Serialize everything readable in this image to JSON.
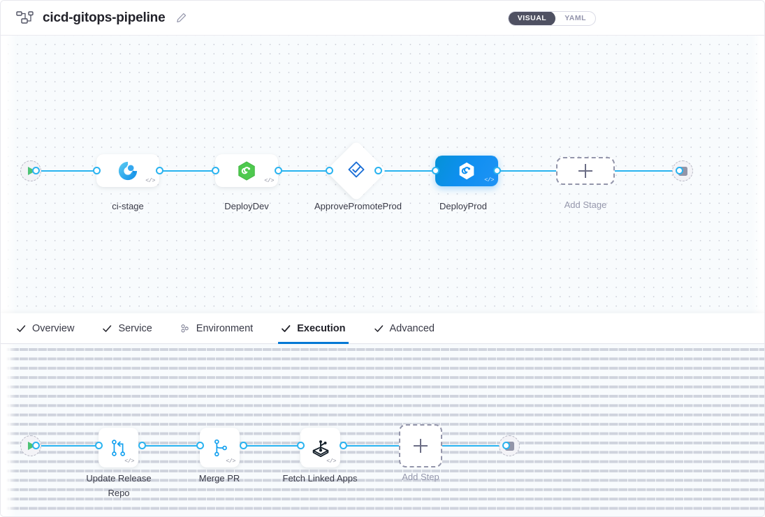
{
  "header": {
    "title": "cicd-gitops-pipeline",
    "pipeline_icon": "pipeline-graph-icon",
    "edit_icon": "pencil-edit-icon",
    "view_toggle": {
      "options": [
        "VISUAL",
        "YAML"
      ],
      "selected": "VISUAL"
    }
  },
  "stage_canvas": {
    "start_node": {
      "icon": "play-icon",
      "label": ""
    },
    "end_node": {
      "icon": "stop-icon",
      "label": ""
    },
    "stages": [
      {
        "name": "ci-stage",
        "type": "ci",
        "icon": "ci-build-icon",
        "selected": false,
        "shape": "rect",
        "code_badge": "</>"
      },
      {
        "name": "DeployDev",
        "type": "deployment",
        "icon": "argo-hexagon-icon",
        "selected": false,
        "shape": "rect",
        "code_badge": "</>"
      },
      {
        "name": "ApprovePromoteProd",
        "type": "approval",
        "icon": "approval-diamond-check-icon",
        "selected": false,
        "shape": "diamond",
        "code_badge": ""
      },
      {
        "name": "DeployProd",
        "type": "deployment",
        "icon": "argo-hexagon-icon",
        "selected": true,
        "shape": "rect",
        "code_badge": "</>"
      }
    ],
    "add_stage": {
      "label": "Add Stage",
      "icon": "plus-icon"
    }
  },
  "tabs": [
    {
      "label": "Overview",
      "icon": "check-icon",
      "active": false
    },
    {
      "label": "Service",
      "icon": "check-icon",
      "active": false
    },
    {
      "label": "Environment",
      "icon": "environment-hexagon-icon",
      "active": false
    },
    {
      "label": "Execution",
      "icon": "check-icon",
      "active": true
    },
    {
      "label": "Advanced",
      "icon": "check-icon",
      "active": false
    }
  ],
  "step_canvas": {
    "start_node": {
      "icon": "play-icon"
    },
    "end_node": {
      "icon": "stop-icon"
    },
    "steps": [
      {
        "name": "Update Release Repo",
        "icon": "git-branch-merge-icon",
        "code_badge": "</>"
      },
      {
        "name": "Merge PR",
        "icon": "git-branch-icon",
        "code_badge": "</>"
      },
      {
        "name": "Fetch Linked Apps",
        "icon": "harness-deploy-icon",
        "code_badge": "</>"
      }
    ],
    "add_step": {
      "label": "Add Step",
      "icon": "plus-icon"
    }
  },
  "colors": {
    "wire": "#29b3f0",
    "selected_node": "#0e8ff0",
    "active_tab_underline": "#0278d5",
    "play_green": "#4dc375",
    "canvas_bg": "#f8fbfd",
    "toggle_active_bg": "#4f5162"
  }
}
